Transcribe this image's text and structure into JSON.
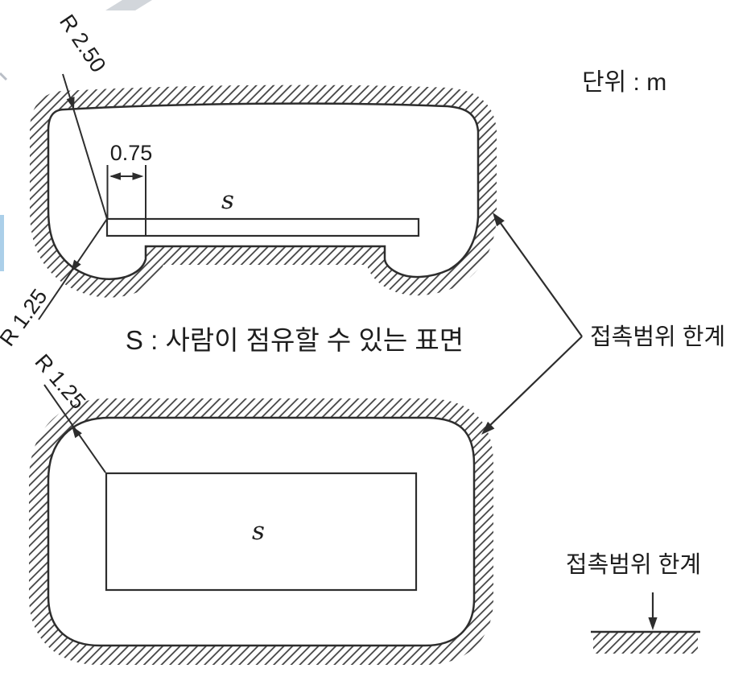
{
  "diagram": {
    "units_label": "단위 : m",
    "surface_definition": "S : 사람이 점유할 수 있는 표면",
    "reach_limit_label": "접촉범위 한계",
    "legend": {
      "label": "접촉범위 한계"
    },
    "figure_top": {
      "radius_upper": "R 2.50",
      "radius_lower": "R 1.25",
      "width_dim": "0.75",
      "surface_label": "s"
    },
    "figure_bottom": {
      "radius": "R 1.25",
      "surface_label": "s"
    },
    "colors": {
      "line": "#2d2d2d",
      "hatch": "#454545",
      "text": "#1d1d1d",
      "artifact_blue": "#abcfe9",
      "artifact_gray": "#d2d6db",
      "background": "#ffffff"
    }
  }
}
